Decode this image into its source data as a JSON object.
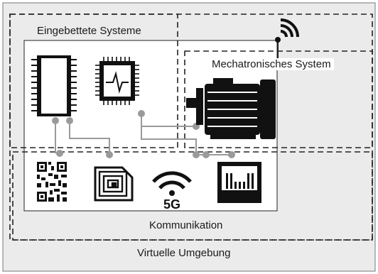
{
  "labels": {
    "embedded": "Eingebettete Systeme",
    "mechatronic": "Mechatronisches System",
    "communication": "Kommunikation",
    "virtual": "Virtuelle Umgebung",
    "fiveg": "5G"
  },
  "icons": [
    "microchip-icon",
    "processor-icon",
    "motor-icon",
    "wifi-signal-icon",
    "qr-code-icon",
    "nfc-tag-icon",
    "5g-signal-icon",
    "ethernet-port-icon"
  ],
  "colors": {
    "background": "#ebebeb",
    "panel": "#ffffff",
    "ink": "#111111",
    "connector": "#9a9a9a",
    "dash": "#222222"
  }
}
